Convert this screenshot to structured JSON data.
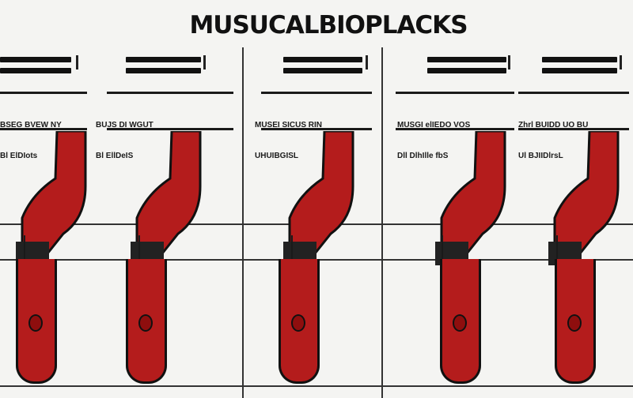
{
  "title": "MUSUCALBIOPLACKS",
  "colors": {
    "tube": "#b41c1c",
    "ink": "#111111",
    "background": "#f4f4f2"
  },
  "panels": [
    {
      "label_line1": "BSEG BVEW NY",
      "label_line2": "Bl ElDIots"
    },
    {
      "label_line1": "BUJS DI WGUT",
      "label_line2": "Bl EllDeIS"
    },
    {
      "label_line1": "MUSEI SICUS RIN",
      "label_line2": "UHUIBGISL"
    },
    {
      "label_line1": "MUSGI elIEDO VOS",
      "label_line2": "Dll DlhIlle fbS"
    },
    {
      "label_line1": "Zhrl BUIDD UO BU",
      "label_line2": "Ul BJIIDlrsL"
    }
  ]
}
